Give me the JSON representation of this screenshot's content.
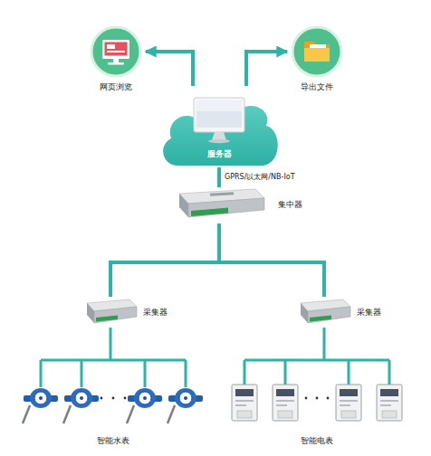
{
  "diagram": {
    "nodes": [
      {
        "text": [
          "网页浏览"
        ]
      },
      {
        "text": [
          "导出文件"
        ]
      },
      {
        "text": [
          "服务器"
        ]
      },
      {
        "text": [
          "集中器"
        ]
      },
      {
        "text": [
          "采集器"
        ]
      },
      {
        "text": [
          "采集器"
        ]
      },
      {
        "text": [
          "智能水表"
        ]
      },
      {
        "text": [
          "智能电表"
        ]
      }
    ],
    "edges": [
      {
        "from": 2,
        "to": 0,
        "arrow": "to"
      },
      {
        "from": 2,
        "to": 1,
        "arrow": "to"
      },
      {
        "from": 2,
        "to": 3,
        "label": "GPRS/以太网/NB-IoT",
        "arrow": "none"
      },
      {
        "from": 3,
        "to": 4,
        "arrow": "none"
      },
      {
        "from": 3,
        "to": 5,
        "arrow": "none"
      },
      {
        "from": 4,
        "to": 6,
        "arrow": "none"
      },
      {
        "from": 5,
        "to": 7,
        "arrow": "none"
      }
    ]
  }
}
